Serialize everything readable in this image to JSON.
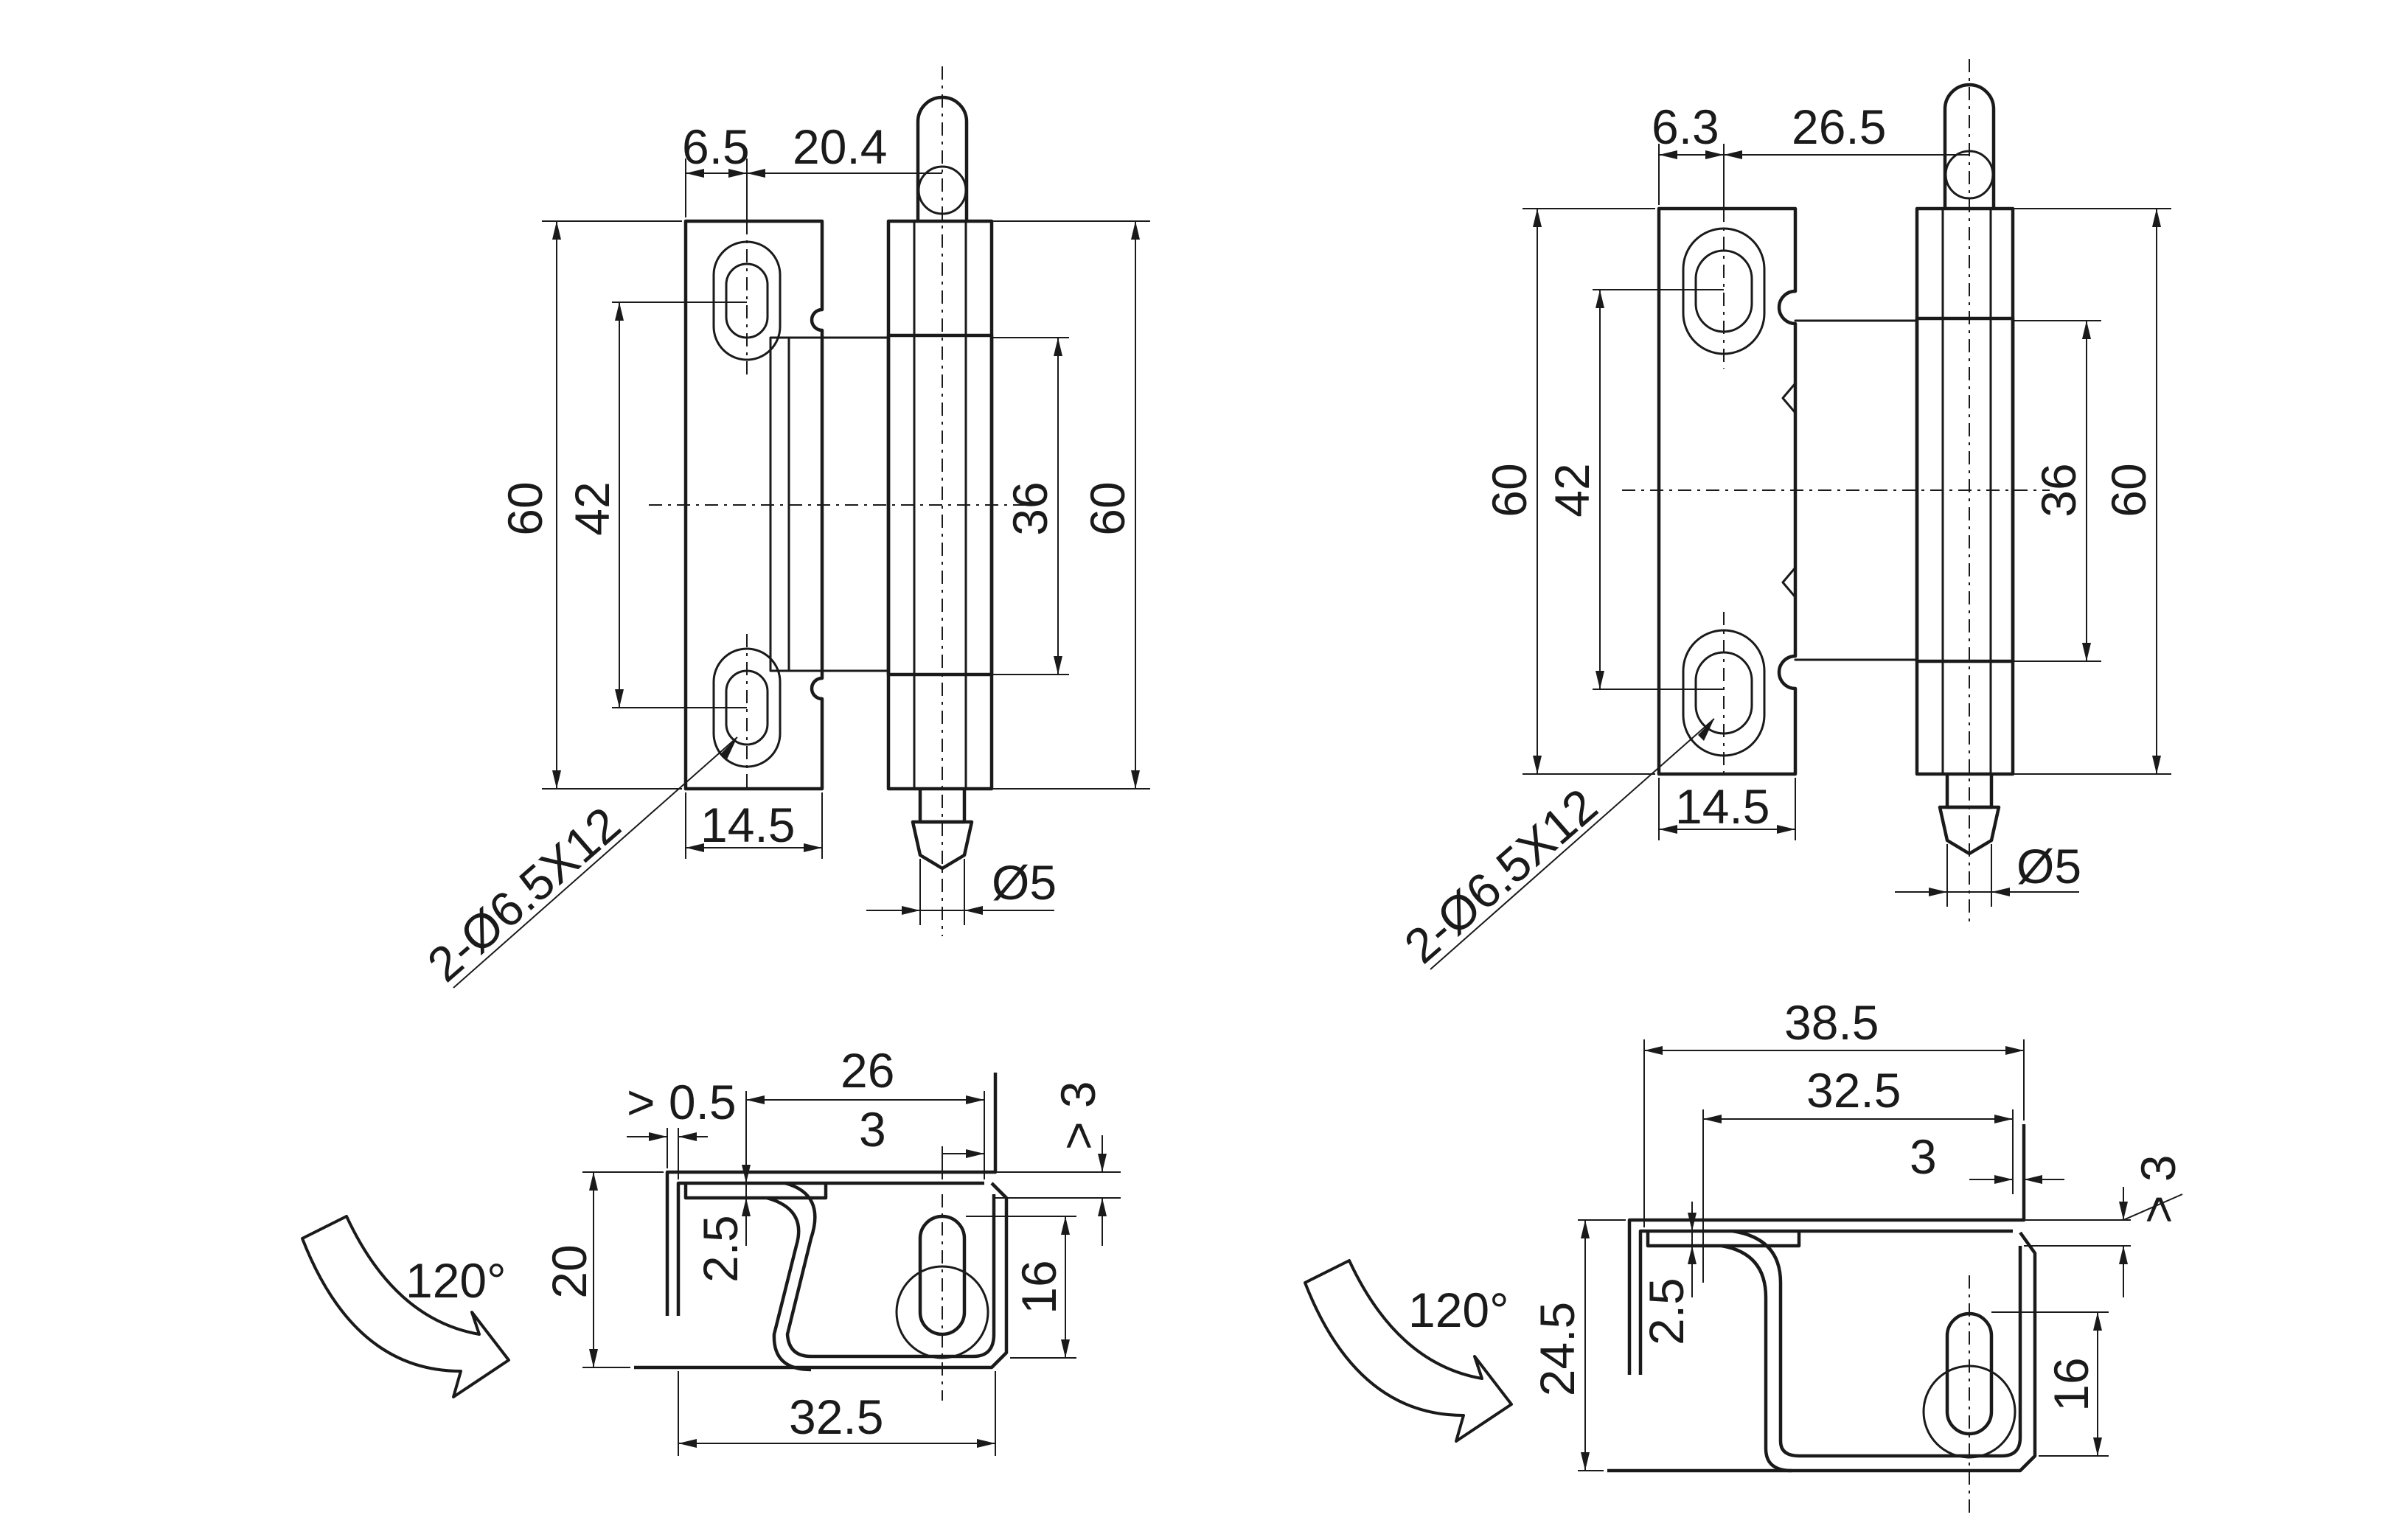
{
  "views": {
    "a_front": {
      "dim_left_width": "6.5",
      "dim_pin_offset": "20.4",
      "dim_height_left": "60",
      "dim_hole_spacing": "42",
      "dim_knuckle": "36",
      "dim_height_right": "60",
      "dim_leaf_width": "14.5",
      "dim_pin_dia": "Ø5",
      "callout_holes": "2-Ø6.5X12"
    },
    "b_front": {
      "dim_left_width": "6.3",
      "dim_pin_offset": "26.5",
      "dim_height_left": "60",
      "dim_hole_spacing": "42",
      "dim_knuckle": "36",
      "dim_height_right": "60",
      "dim_leaf_width": "14.5",
      "dim_pin_dia": "Ø5",
      "callout_holes": "2-Ø6.5X12"
    },
    "a_side": {
      "dim_gap": "> 0.5",
      "dim_top": "26",
      "dim_inner": "3",
      "dim_clear": "> 3",
      "dim_height": "20",
      "dim_step": "2.5",
      "dim_pin_height": "16",
      "dim_bottom": "32.5",
      "angle": "120°"
    },
    "b_side": {
      "dim_overall": "38.5",
      "dim_top": "32.5",
      "dim_inner": "3",
      "dim_clear": "> 3",
      "dim_height": "24.5",
      "dim_step": "2.5",
      "dim_pin_height": "16",
      "angle": "120°"
    }
  }
}
